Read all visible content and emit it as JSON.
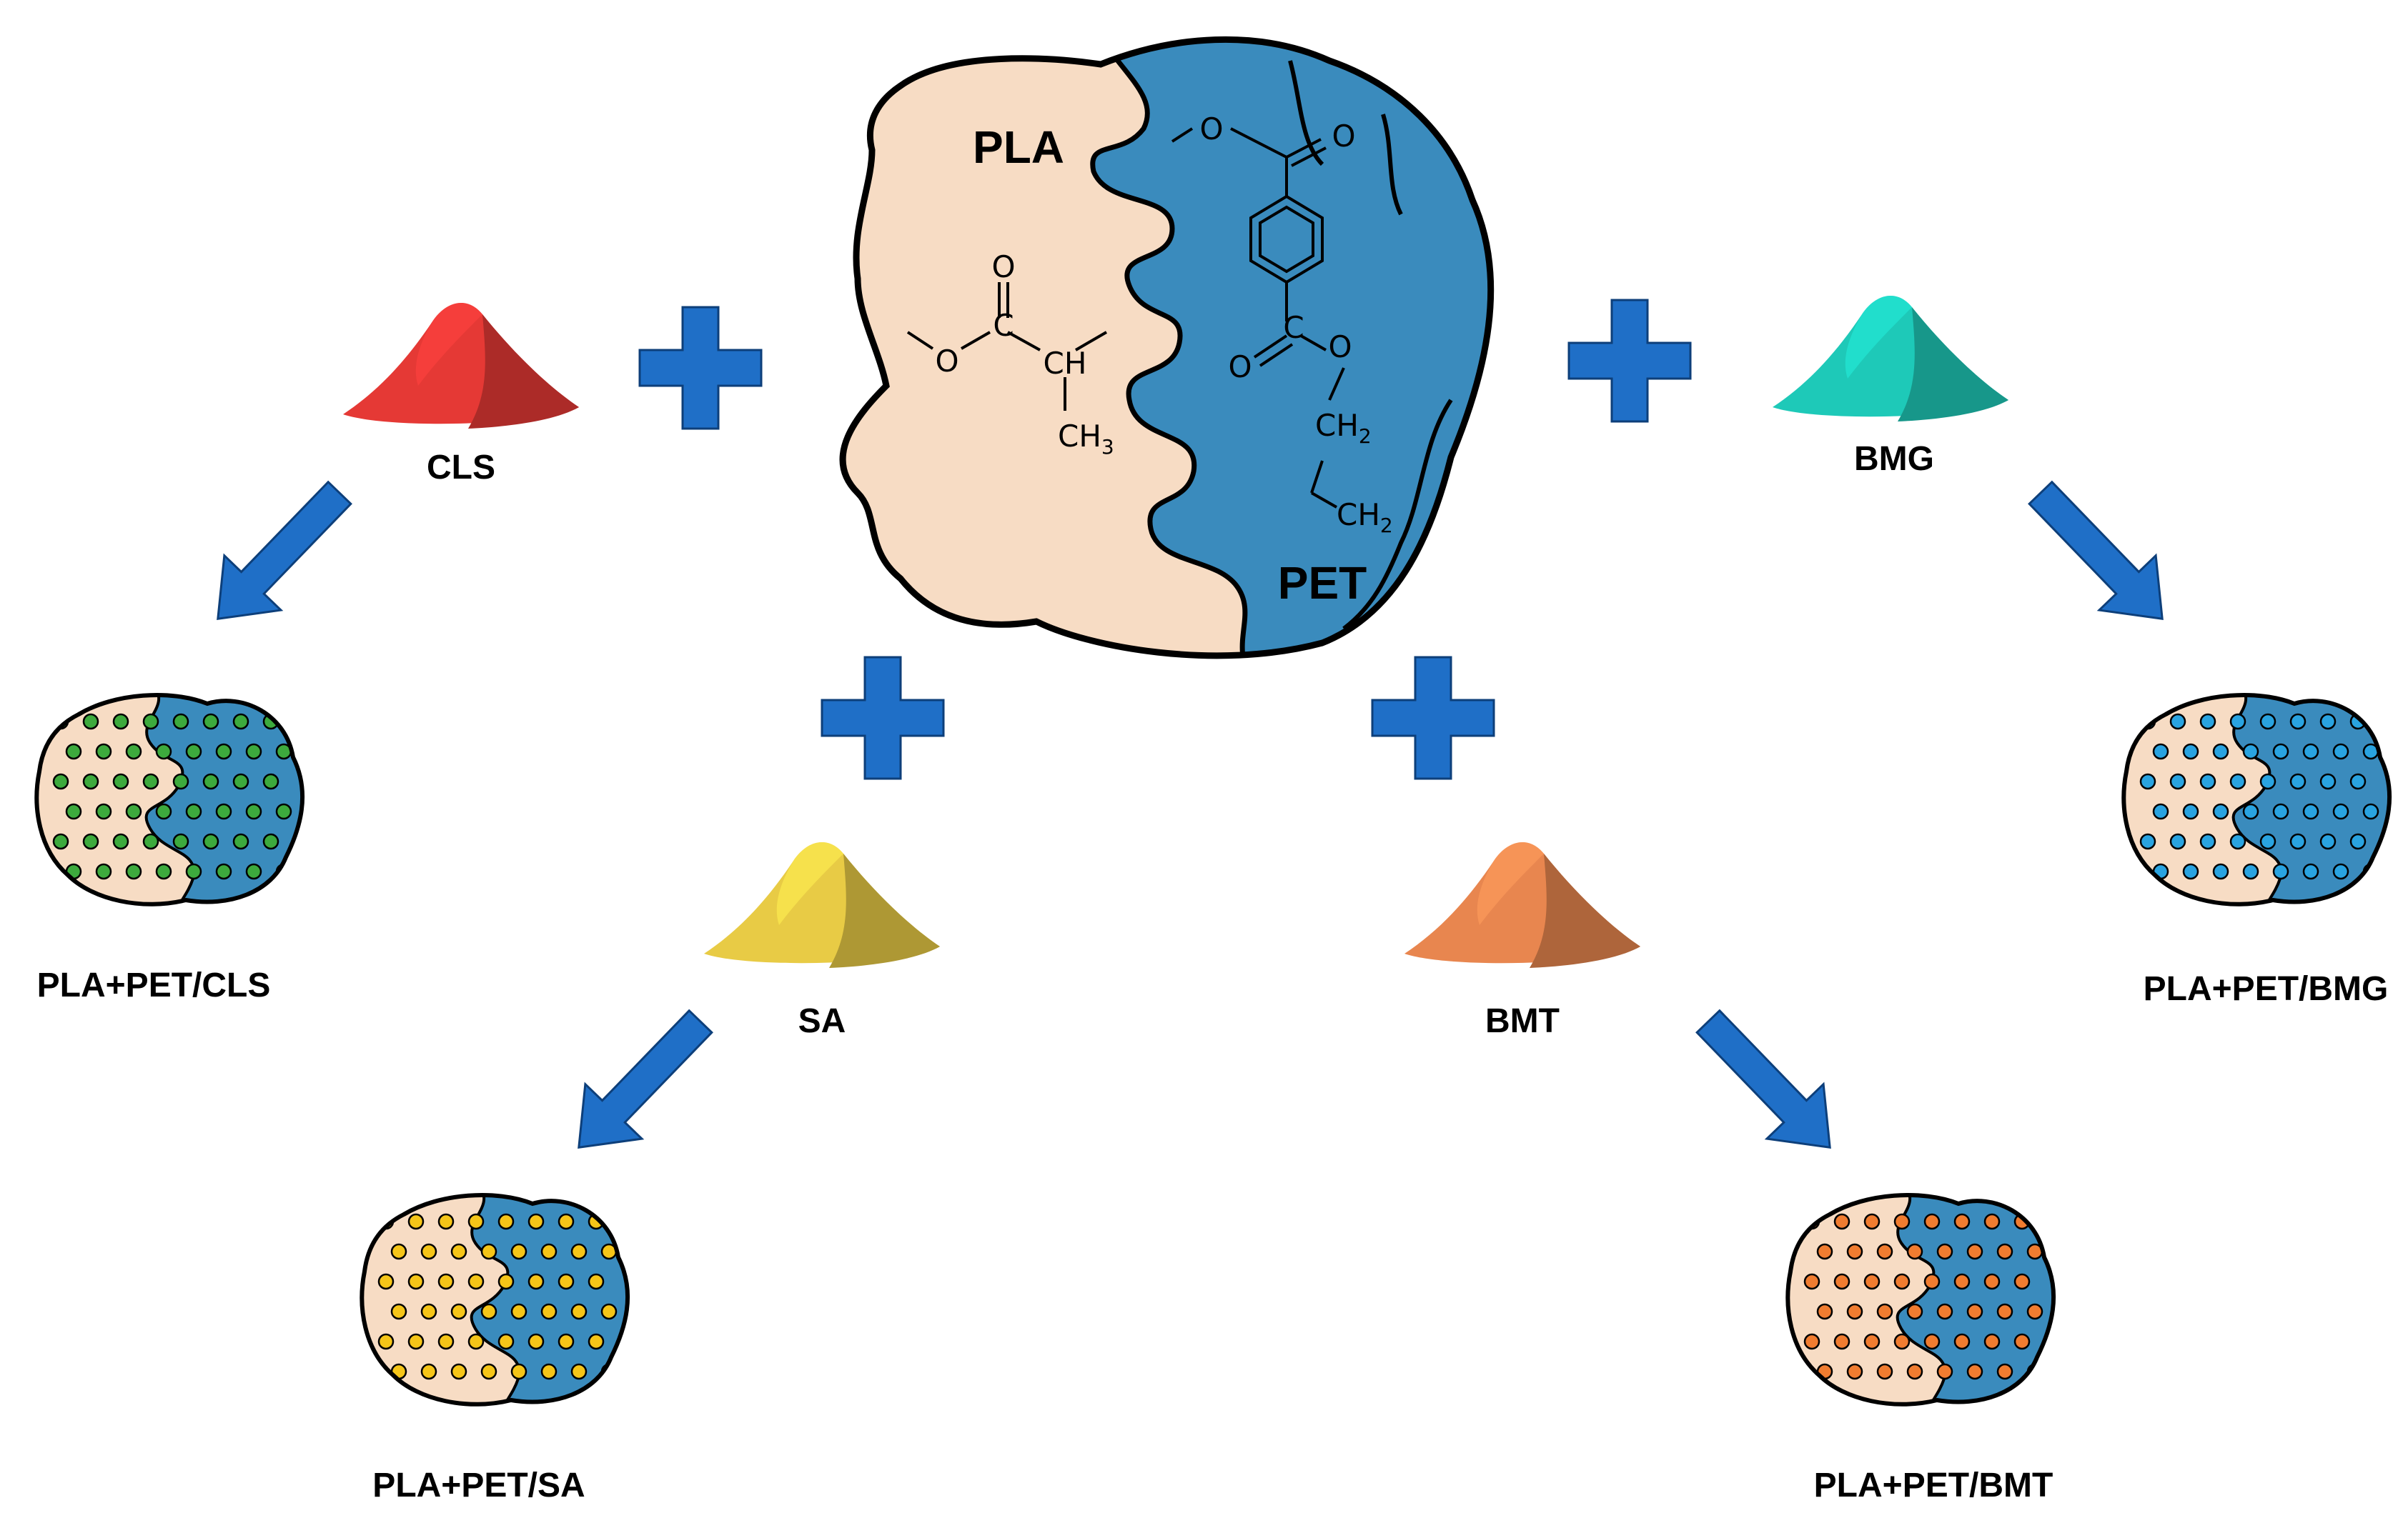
{
  "blend": {
    "pla_label": "PLA",
    "pet_label": "PET",
    "pla_structure": {
      "o_carbonyl": "O",
      "o_ester": "O",
      "c": "C",
      "ch": "CH",
      "ch3_main": "CH",
      "ch3_sub": "3"
    },
    "pet_structure": {
      "o_top_ester": "O",
      "o_top_carbonyl": "O",
      "c_mid": "C",
      "o_mid_carbonyl": "O",
      "o_mid_ester": "O",
      "ch2a_main": "CH",
      "ch2a_sub": "2",
      "ch2b_main": "CH",
      "ch2b_sub": "2"
    }
  },
  "fillers": [
    {
      "id": "cls",
      "label": "CLS",
      "color": "#e53935",
      "product": "PLA+PET/CLS",
      "dot_color": "#3daa3d"
    },
    {
      "id": "bmg",
      "label": "BMG",
      "color": "#1ec9b8",
      "product": "PLA+PET/BMG",
      "dot_color": "#29a3e0"
    },
    {
      "id": "sa",
      "label": "SA",
      "color": "#e8cb45",
      "product": "PLA+PET/SA",
      "dot_color": "#f5c518"
    },
    {
      "id": "bmt",
      "label": "BMT",
      "color": "#e8864f",
      "product": "PLA+PET/BMT",
      "dot_color": "#f07c30"
    }
  ],
  "colors": {
    "pla": "#f7dcc4",
    "pet": "#3a8bbd",
    "plus": "#1f6fc7",
    "arrow": "#1f6fc7",
    "outline": "#000000"
  },
  "icons": [
    "plus-icon",
    "arrow-icon",
    "powder-pile-icon",
    "blend-blob-icon"
  ]
}
